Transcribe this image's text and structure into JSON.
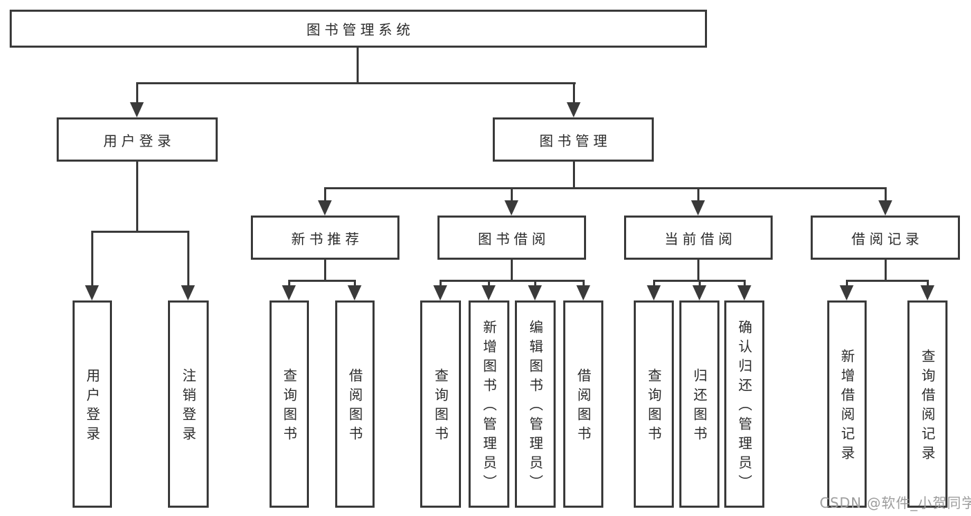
{
  "title": "图书管理系统",
  "watermark": "CSDN @软件_小贺同学",
  "colors": {
    "line": "#3a3a3a",
    "border": "#3a3a3a",
    "text": "#2b2b2b",
    "background": "#ffffff",
    "watermark": "#9d9d9d"
  },
  "nodes": {
    "root": {
      "label": "图书管理系统"
    },
    "level2": [
      {
        "label": "用户登录"
      },
      {
        "label": "图书管理"
      }
    ],
    "level3": [
      {
        "label": "新书推荐",
        "parent": "图书管理"
      },
      {
        "label": "图书借阅",
        "parent": "图书管理"
      },
      {
        "label": "当前借阅",
        "parent": "图书管理"
      },
      {
        "label": "借阅记录",
        "parent": "图书管理"
      }
    ],
    "leaves": [
      {
        "label": "用户登录",
        "parent": "用户登录"
      },
      {
        "label": "注销登录",
        "parent": "用户登录"
      },
      {
        "label": "查询图书",
        "parent": "新书推荐"
      },
      {
        "label": "借阅图书",
        "parent": "新书推荐"
      },
      {
        "label": "查询图书",
        "parent": "图书借阅"
      },
      {
        "label": "新增图书（管理员）",
        "parent": "图书借阅"
      },
      {
        "label": "编辑图书（管理员）",
        "parent": "图书借阅"
      },
      {
        "label": "借阅图书",
        "parent": "图书借阅"
      },
      {
        "label": "查询图书",
        "parent": "当前借阅"
      },
      {
        "label": "归还图书",
        "parent": "当前借阅"
      },
      {
        "label": "确认归还（管理员）",
        "parent": "当前借阅"
      },
      {
        "label": "新增借阅记录",
        "parent": "借阅记录"
      },
      {
        "label": "查询借阅记录",
        "parent": "借阅记录"
      }
    ]
  }
}
